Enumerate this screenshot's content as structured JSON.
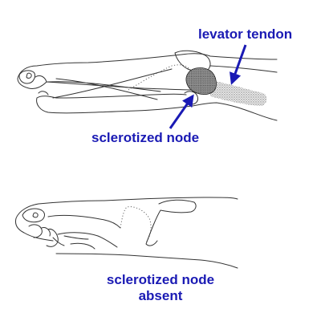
{
  "labels": {
    "levator_tendon": "levator tendon",
    "sclerotized_node": "sclerotized node",
    "node_absent_line1": "sclerotized node",
    "node_absent_line2": "absent"
  },
  "colors": {
    "label": "#1a1ab4",
    "outline": "#333333",
    "stipple": "#7a7a7a"
  }
}
